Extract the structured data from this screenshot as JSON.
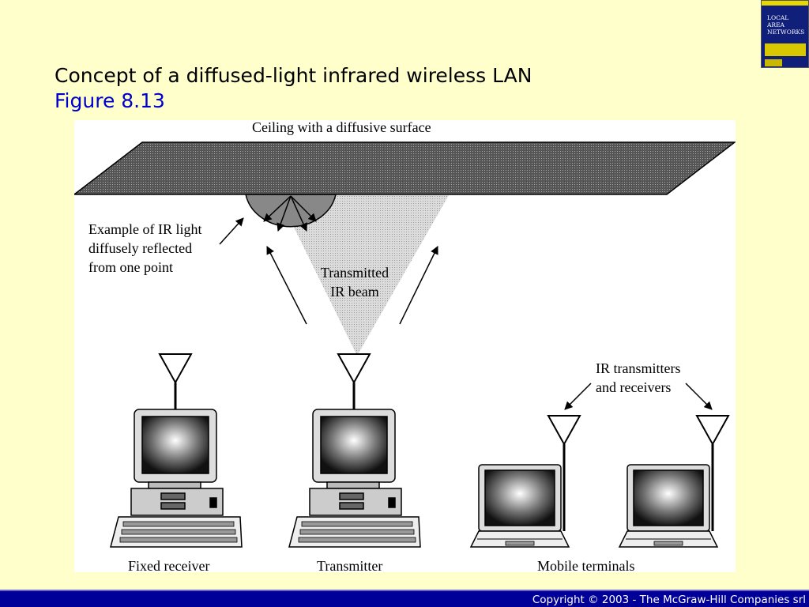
{
  "slide": {
    "title": "Concept of a diffused-light infrared wireless LAN",
    "subtitle": "Figure 8.13"
  },
  "book_cover": {
    "text": "LOCAL\nAREA\nNETWORKS"
  },
  "diagram": {
    "ceiling_label": "Ceiling with a diffusive surface",
    "reflection_label": [
      "Example of IR light",
      "diffusely reflected",
      "from one point"
    ],
    "beam_label": [
      "Transmitted",
      "IR beam"
    ],
    "ir_label": [
      "IR transmitters",
      "and receivers"
    ],
    "fixed_receiver_label": "Fixed receiver",
    "transmitter_label": "Transmitter",
    "mobile_label": "Mobile terminals"
  },
  "footer": {
    "copyright": "Copyright © 2003 - The McGraw-Hill Companies srl"
  },
  "colors": {
    "background": "#FFFFCC",
    "subtitle": "#0000CC",
    "footer_bar": "#000099"
  }
}
